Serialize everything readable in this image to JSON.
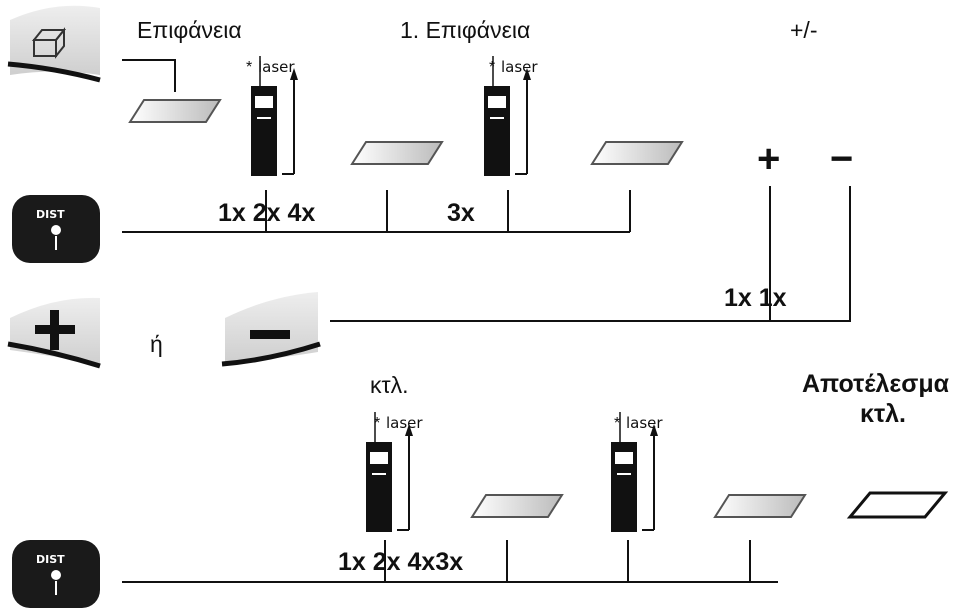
{
  "labels": {
    "area_title": "Επιφάνεια",
    "first_area": "1. Επιφάνεια",
    "plus_minus": "+/-",
    "or": "ή",
    "etc": "κτλ.",
    "result": "Αποτέλεσμα",
    "result_etc": "κτλ.",
    "laser": "laser",
    "dist": "DIST",
    "plus_sign": "+",
    "minus_sign": "−"
  },
  "presses": {
    "row1_first": "1x 2x 4x",
    "row1_second": "3x",
    "plusminus": "1x 1x",
    "row3_first": "1x 2x 4x3x"
  },
  "icons": {
    "area_button": "area-cube-icon",
    "dist_button": "dist-laser-icon",
    "plus_button": "plus-icon",
    "minus_button": "minus-icon",
    "device": "laser-meter-icon",
    "surface": "parallelogram-surface-icon"
  }
}
